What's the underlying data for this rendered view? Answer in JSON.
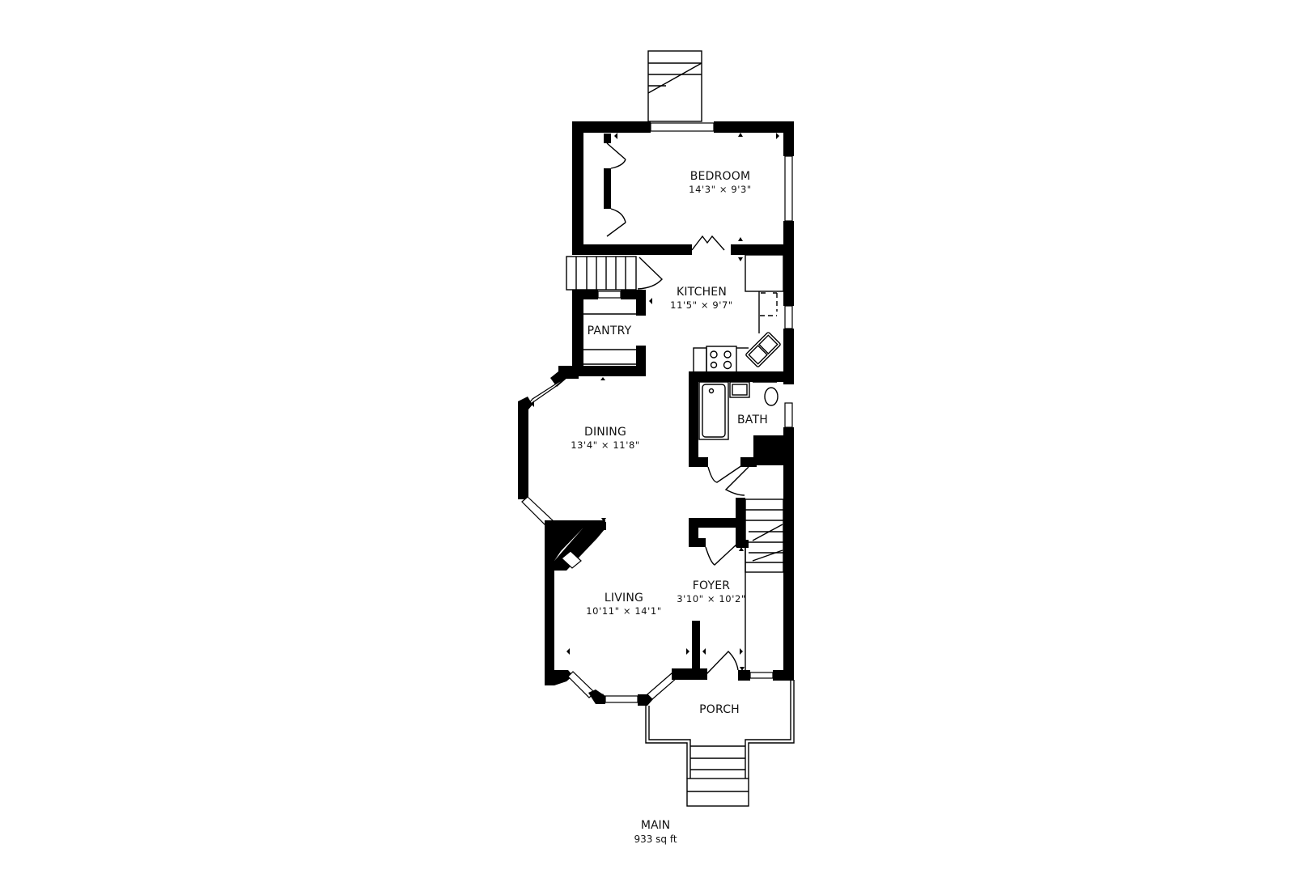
{
  "floor": {
    "name": "MAIN",
    "area": "933 sq ft"
  },
  "rooms": [
    {
      "id": "bedroom",
      "name": "BEDROOM",
      "dims": "14'3\" × 9'3\""
    },
    {
      "id": "kitchen",
      "name": "KITCHEN",
      "dims": "11'5\" × 9'7\""
    },
    {
      "id": "pantry",
      "name": "PANTRY",
      "dims": ""
    },
    {
      "id": "dining",
      "name": "DINING",
      "dims": "13'4\" × 11'8\""
    },
    {
      "id": "bath",
      "name": "BATH",
      "dims": ""
    },
    {
      "id": "living",
      "name": "LIVING",
      "dims": "10'11\" × 14'1\""
    },
    {
      "id": "foyer",
      "name": "FOYER",
      "dims": "3'10\" × 10'2\""
    },
    {
      "id": "porch",
      "name": "PORCH",
      "dims": ""
    }
  ],
  "colors": {
    "wall": "#000000",
    "background": "#ffffff",
    "text": "#111111"
  }
}
